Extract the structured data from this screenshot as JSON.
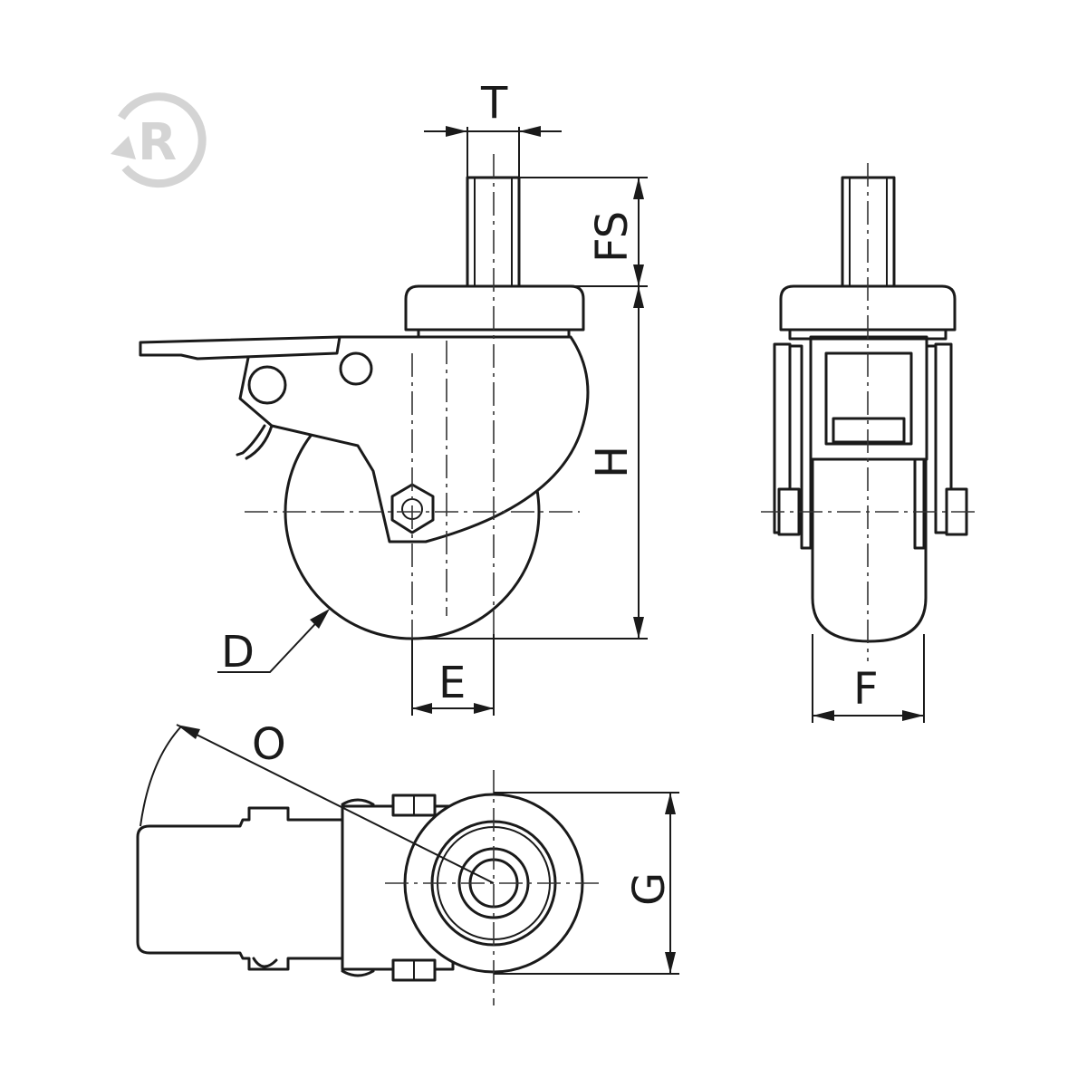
{
  "logo": {
    "brand_mark": "R"
  },
  "dimensions": {
    "T": "T",
    "FS": "FS",
    "H": "H",
    "D": "D",
    "E": "E",
    "F": "F",
    "O": "O",
    "G": "G"
  },
  "colors": {
    "line": "#1a1a1a",
    "logo": "#d4d4d4",
    "background": "#ffffff"
  }
}
